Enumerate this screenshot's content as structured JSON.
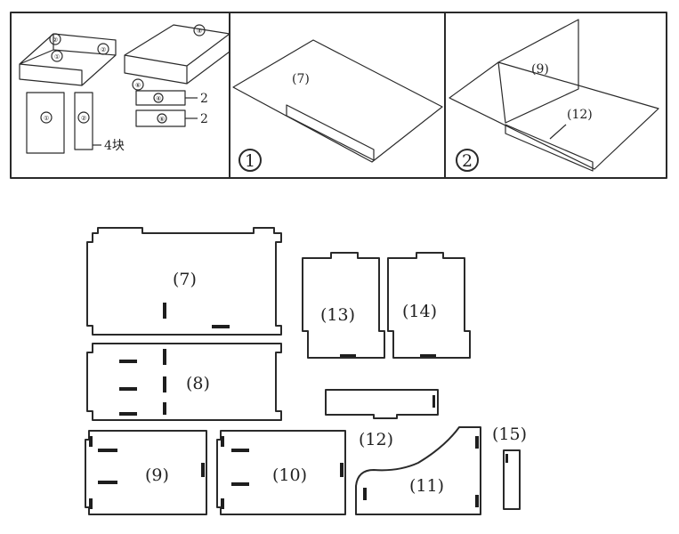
{
  "top_panel": {
    "overview_callouts": [
      "②",
      "①",
      "②",
      "④",
      "⑥",
      "④",
      "⑥",
      "①",
      "②"
    ],
    "side_counts": [
      "2",
      "2"
    ],
    "quantity_note": "4块",
    "step1": {
      "badge": "1",
      "part": "(7)"
    },
    "step2": {
      "badge": "2",
      "part_a": "(9)",
      "part_b": "(12)"
    }
  },
  "parts": {
    "p7": "(7)",
    "p8": "(8)",
    "p9": "(9)",
    "p10": "(10)",
    "p11": "(11)",
    "p12": "(12)",
    "p13": "(13)",
    "p14": "(14)",
    "p15": "(15)"
  }
}
